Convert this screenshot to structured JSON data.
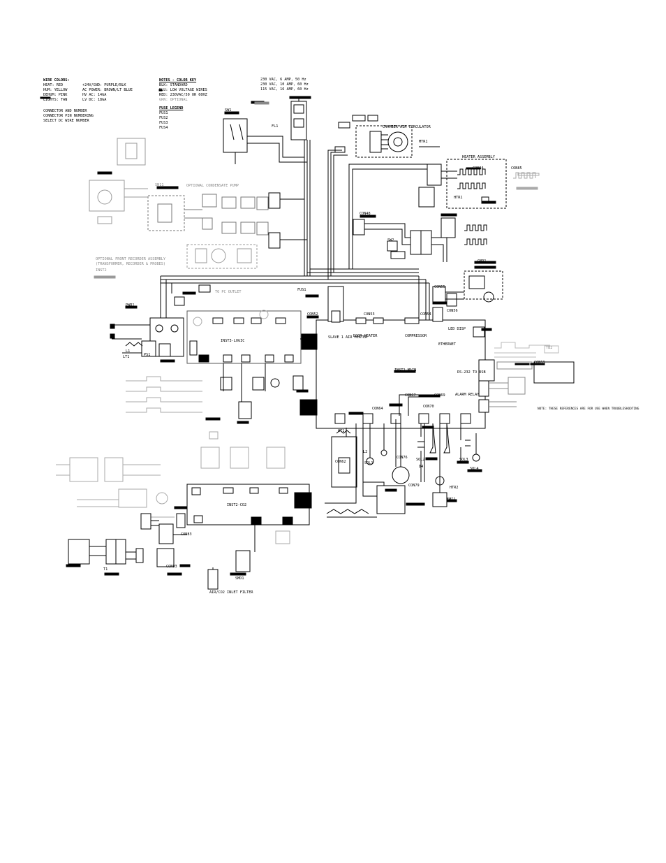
{
  "wire_colors": {
    "title": "WIRE COLORS:",
    "rows": [
      {
        "name": "HEAT: RED",
        "desc": "+24V/GND: PURPLE/BLK"
      },
      {
        "name": "HUM: YELLOW",
        "desc": "AC POWER: BROWN/LT BLUE"
      },
      {
        "name": "DEHUM: PINK",
        "desc": "HV AC: 14GA"
      },
      {
        "name": "LIGHTS: TAN",
        "desc": "LV DC: 18GA"
      }
    ],
    "legend_notes": [
      "CONNECTOR AND NUMBER",
      "CONNECTOR PIN NUMBERING",
      "SELECT DC WIRE NUMBER"
    ]
  },
  "notes": {
    "title": "NOTES - COLOR KEY",
    "lines": [
      "BLK: STANDARD",
      "BLU: LOW VOLTAGE WIRES",
      "RED: 230VAC/50 OR 60HZ",
      "GRN: OPTIONAL"
    ]
  },
  "fuse_legend": {
    "title": "FUSE LEGEND",
    "items": [
      "FUS1",
      "FUS2",
      "FUS3",
      "FUS4"
    ]
  },
  "power_spec": [
    "230 VAC, 6 AMP, 50 Hz",
    "230 VAC, 10 AMP, 60 Hz",
    "115 VAC, 16 AMP, 60 Hz"
  ],
  "labels": {
    "sw1": "SW1",
    "fl1": "FL1",
    "chamber_air_circulator": "CHAMBER AIR CIRCULATOR",
    "mtr1": "MTR1",
    "heater_assembly": "HEATER ASSEMBLY",
    "optional_condensate_pump": "OPTIONAL CONDENSATE PUMP",
    "optional_front_recorder": "OPTIONAL FRONT RECORDER ASSEMBLY",
    "optional_front_recorder_sub": "(TRANSFORMER, RECORDER & PROBES)",
    "assy_ref": "INST2",
    "logic_board": "INST3-LOGIC",
    "main_board": "INST1-MAIN",
    "co2_board": "INST2-CO2",
    "to_pc_outlet": "TO PC OUTLET",
    "air_heater": "SLAVE 1 AIR HEATER",
    "door_heater": "DOOR HEATER",
    "compressor": "COMPRESSOR",
    "led_disp": "LED DISP",
    "ethernet": "ETHERNET",
    "rs232": "RS-232 TO USB",
    "alarm_relay": "ALARM RELAY",
    "remote_note": "NOTE: THESE REFERENCES ARE FOR USE WHEN TROUBLESHOOTING",
    "air_inlet_filter": "AIR/CO2 INLET FILTER",
    "t1": "T1",
    "fus1": "FUS1",
    "con48": "CON48",
    "con52": "CON52",
    "con53": "CON53",
    "con54": "CON54",
    "con55": "CON55",
    "con56": "CON56",
    "con59": "CON59",
    "con62": "CON62",
    "con64": "CON64",
    "con67": "CON67",
    "con69": "CON69",
    "con70": "CON70",
    "con76": "CON76",
    "con79": "CON79",
    "con83": "CON83",
    "con84": "CON84",
    "con85": "CON85",
    "con93": "CON93",
    "sol1": "SOL1",
    "sol2": "SOL2",
    "sol3": "SOL3",
    "sol4": "SOL4",
    "htr1": "HTR1",
    "htr2": "HTR2",
    "smd1": "SMD1",
    "emi1": "EMI1",
    "l1": "L1",
    "l2": "L2",
    "d4": "D4",
    "pwr1": "PWR1",
    "gnd1": "GND1",
    "tb2": "TB2",
    "sn11": "SN11",
    "ps1": "PS1",
    "lt1": "LT1",
    "sw2": "SW2",
    "ht1": "HT1"
  }
}
